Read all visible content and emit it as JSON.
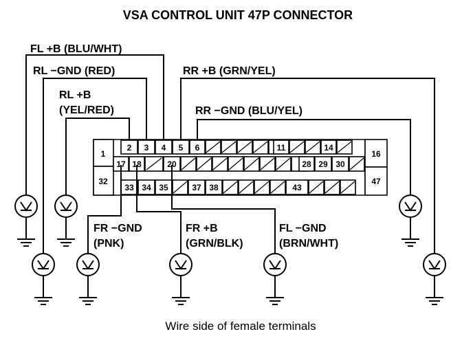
{
  "title": "VSA CONTROL UNIT 47P CONNECTOR",
  "caption": "Wire side of female terminals",
  "labels": {
    "fl_plus_b": "FL +B (BLU/WHT)",
    "rl_gnd": "RL −GND (RED)",
    "rl_plus_b_1": "RL +B",
    "rl_plus_b_2": "(YEL/RED)",
    "rr_plus_b": "RR +B (GRN/YEL)",
    "rr_gnd": "RR −GND (BLU/YEL)",
    "fr_gnd_1": "FR −GND",
    "fr_gnd_2": "(PNK)",
    "fr_plus_b_1": "FR +B",
    "fr_plus_b_2": "(GRN/BLK)",
    "fl_gnd_1": "FL −GND",
    "fl_gnd_2": "(BRN/WHT)"
  },
  "pins": {
    "p1": "1",
    "p2": "2",
    "p3": "3",
    "p4": "4",
    "p5": "5",
    "p6": "6",
    "p11": "11",
    "p14": "14",
    "p16": "16",
    "p17": "17",
    "p18": "18",
    "p20": "20",
    "p28": "28",
    "p29": "29",
    "p30": "30",
    "p32": "32",
    "p33": "33",
    "p34": "34",
    "p35": "35",
    "p37": "37",
    "p38": "38",
    "p43": "43",
    "p47": "47"
  }
}
